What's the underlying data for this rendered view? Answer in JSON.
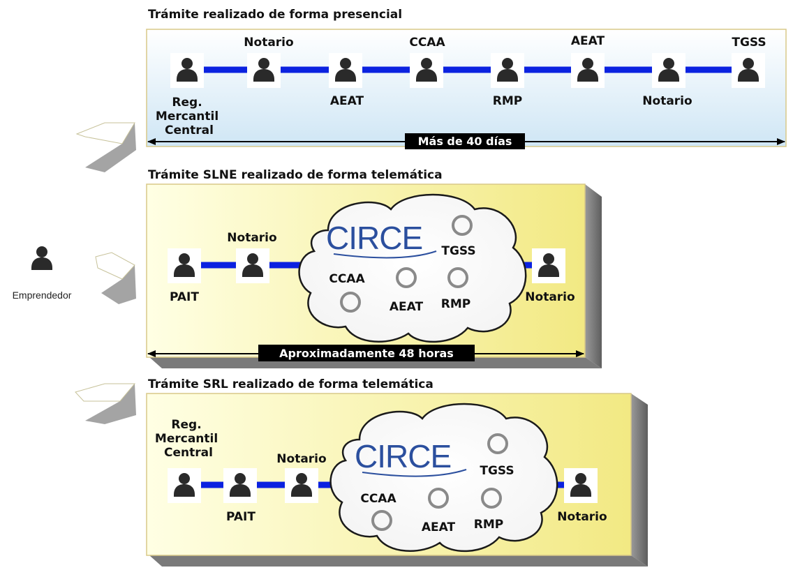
{
  "entrepreneur": {
    "label": "Emprendedor"
  },
  "panels": [
    {
      "title": "Trámite realizado de forma presencial",
      "duration": "Más de 40 días",
      "steps": [
        {
          "label": "Reg. Mercantil Central",
          "label_lines": [
            "Reg.",
            "Mercantil",
            "Central"
          ],
          "label_pos": "below"
        },
        {
          "label": "Notario",
          "label_pos": "above"
        },
        {
          "label": "AEAT",
          "label_pos": "below"
        },
        {
          "label": "CCAA",
          "label_pos": "above"
        },
        {
          "label": "RMP",
          "label_pos": "below"
        },
        {
          "label": "AEAT",
          "label_pos": "above"
        },
        {
          "label": "Notario",
          "label_pos": "below"
        },
        {
          "label": "TGSS",
          "label_pos": "above"
        }
      ]
    },
    {
      "title": "Trámite SLNE realizado de forma telemática",
      "duration": "Aproximadamente 48 horas",
      "steps": [
        {
          "label": "PAIT",
          "label_pos": "below"
        },
        {
          "label": "Notario",
          "label_pos": "above"
        }
      ],
      "cloud": {
        "logo": "CIRCE",
        "nodes": [
          "TGSS",
          "CCAA",
          "AEAT",
          "RMP"
        ]
      },
      "final_step": {
        "label": "Notario"
      }
    },
    {
      "title": "Trámite SRL realizado de forma telemática",
      "duration": "",
      "steps": [
        {
          "label": "Reg. Mercantil Central",
          "label_lines": [
            "Reg.",
            "Mercantil",
            "Central"
          ],
          "label_pos": "above"
        },
        {
          "label": "PAIT",
          "label_pos": "below"
        },
        {
          "label": "Notario",
          "label_pos": "above"
        }
      ],
      "cloud": {
        "logo": "CIRCE",
        "nodes": [
          "TGSS",
          "CCAA",
          "AEAT",
          "RMP"
        ]
      },
      "final_step": {
        "label": "Notario"
      }
    }
  ],
  "colors": {
    "connector": "#0b22e0",
    "panel1_fill_top": "#ffffff",
    "panel1_fill_bottom": "#cfe6f5",
    "panel2_fill_left": "#ffffe4",
    "panel2_fill_right": "#f2e983",
    "shadow": "#6e6e6e",
    "person": "#2a2a2a",
    "logo": "#2b4f9e",
    "node_ring": "#8a8a8a"
  }
}
